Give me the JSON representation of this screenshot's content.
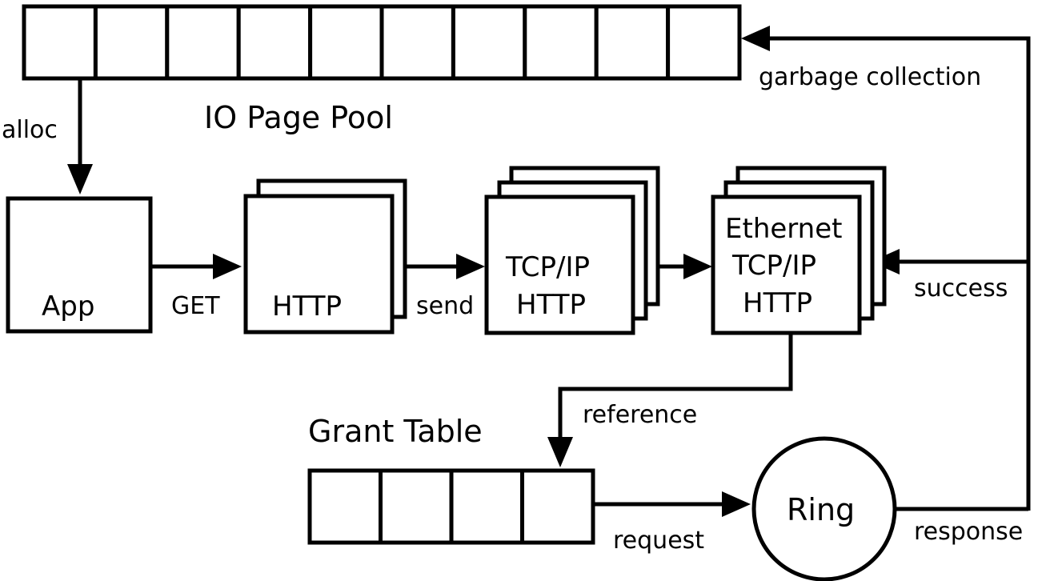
{
  "io_page_pool": {
    "title": "IO Page Pool",
    "slot_count": 10
  },
  "grant_table": {
    "title": "Grant Table",
    "slot_count": 4
  },
  "nodes": {
    "app": {
      "label": "App"
    },
    "http": {
      "label": "HTTP"
    },
    "tcpip": {
      "line1": "TCP/IP",
      "line2": "HTTP"
    },
    "ethernet": {
      "line1": "Ethernet",
      "line2": "TCP/IP",
      "line3": "HTTP"
    },
    "ring": {
      "label": "Ring"
    }
  },
  "edges": {
    "alloc": "alloc",
    "get": "GET",
    "send": "send",
    "reference": "reference",
    "request": "request",
    "response": "response",
    "success": "success",
    "garbage_collection": "garbage collection"
  }
}
